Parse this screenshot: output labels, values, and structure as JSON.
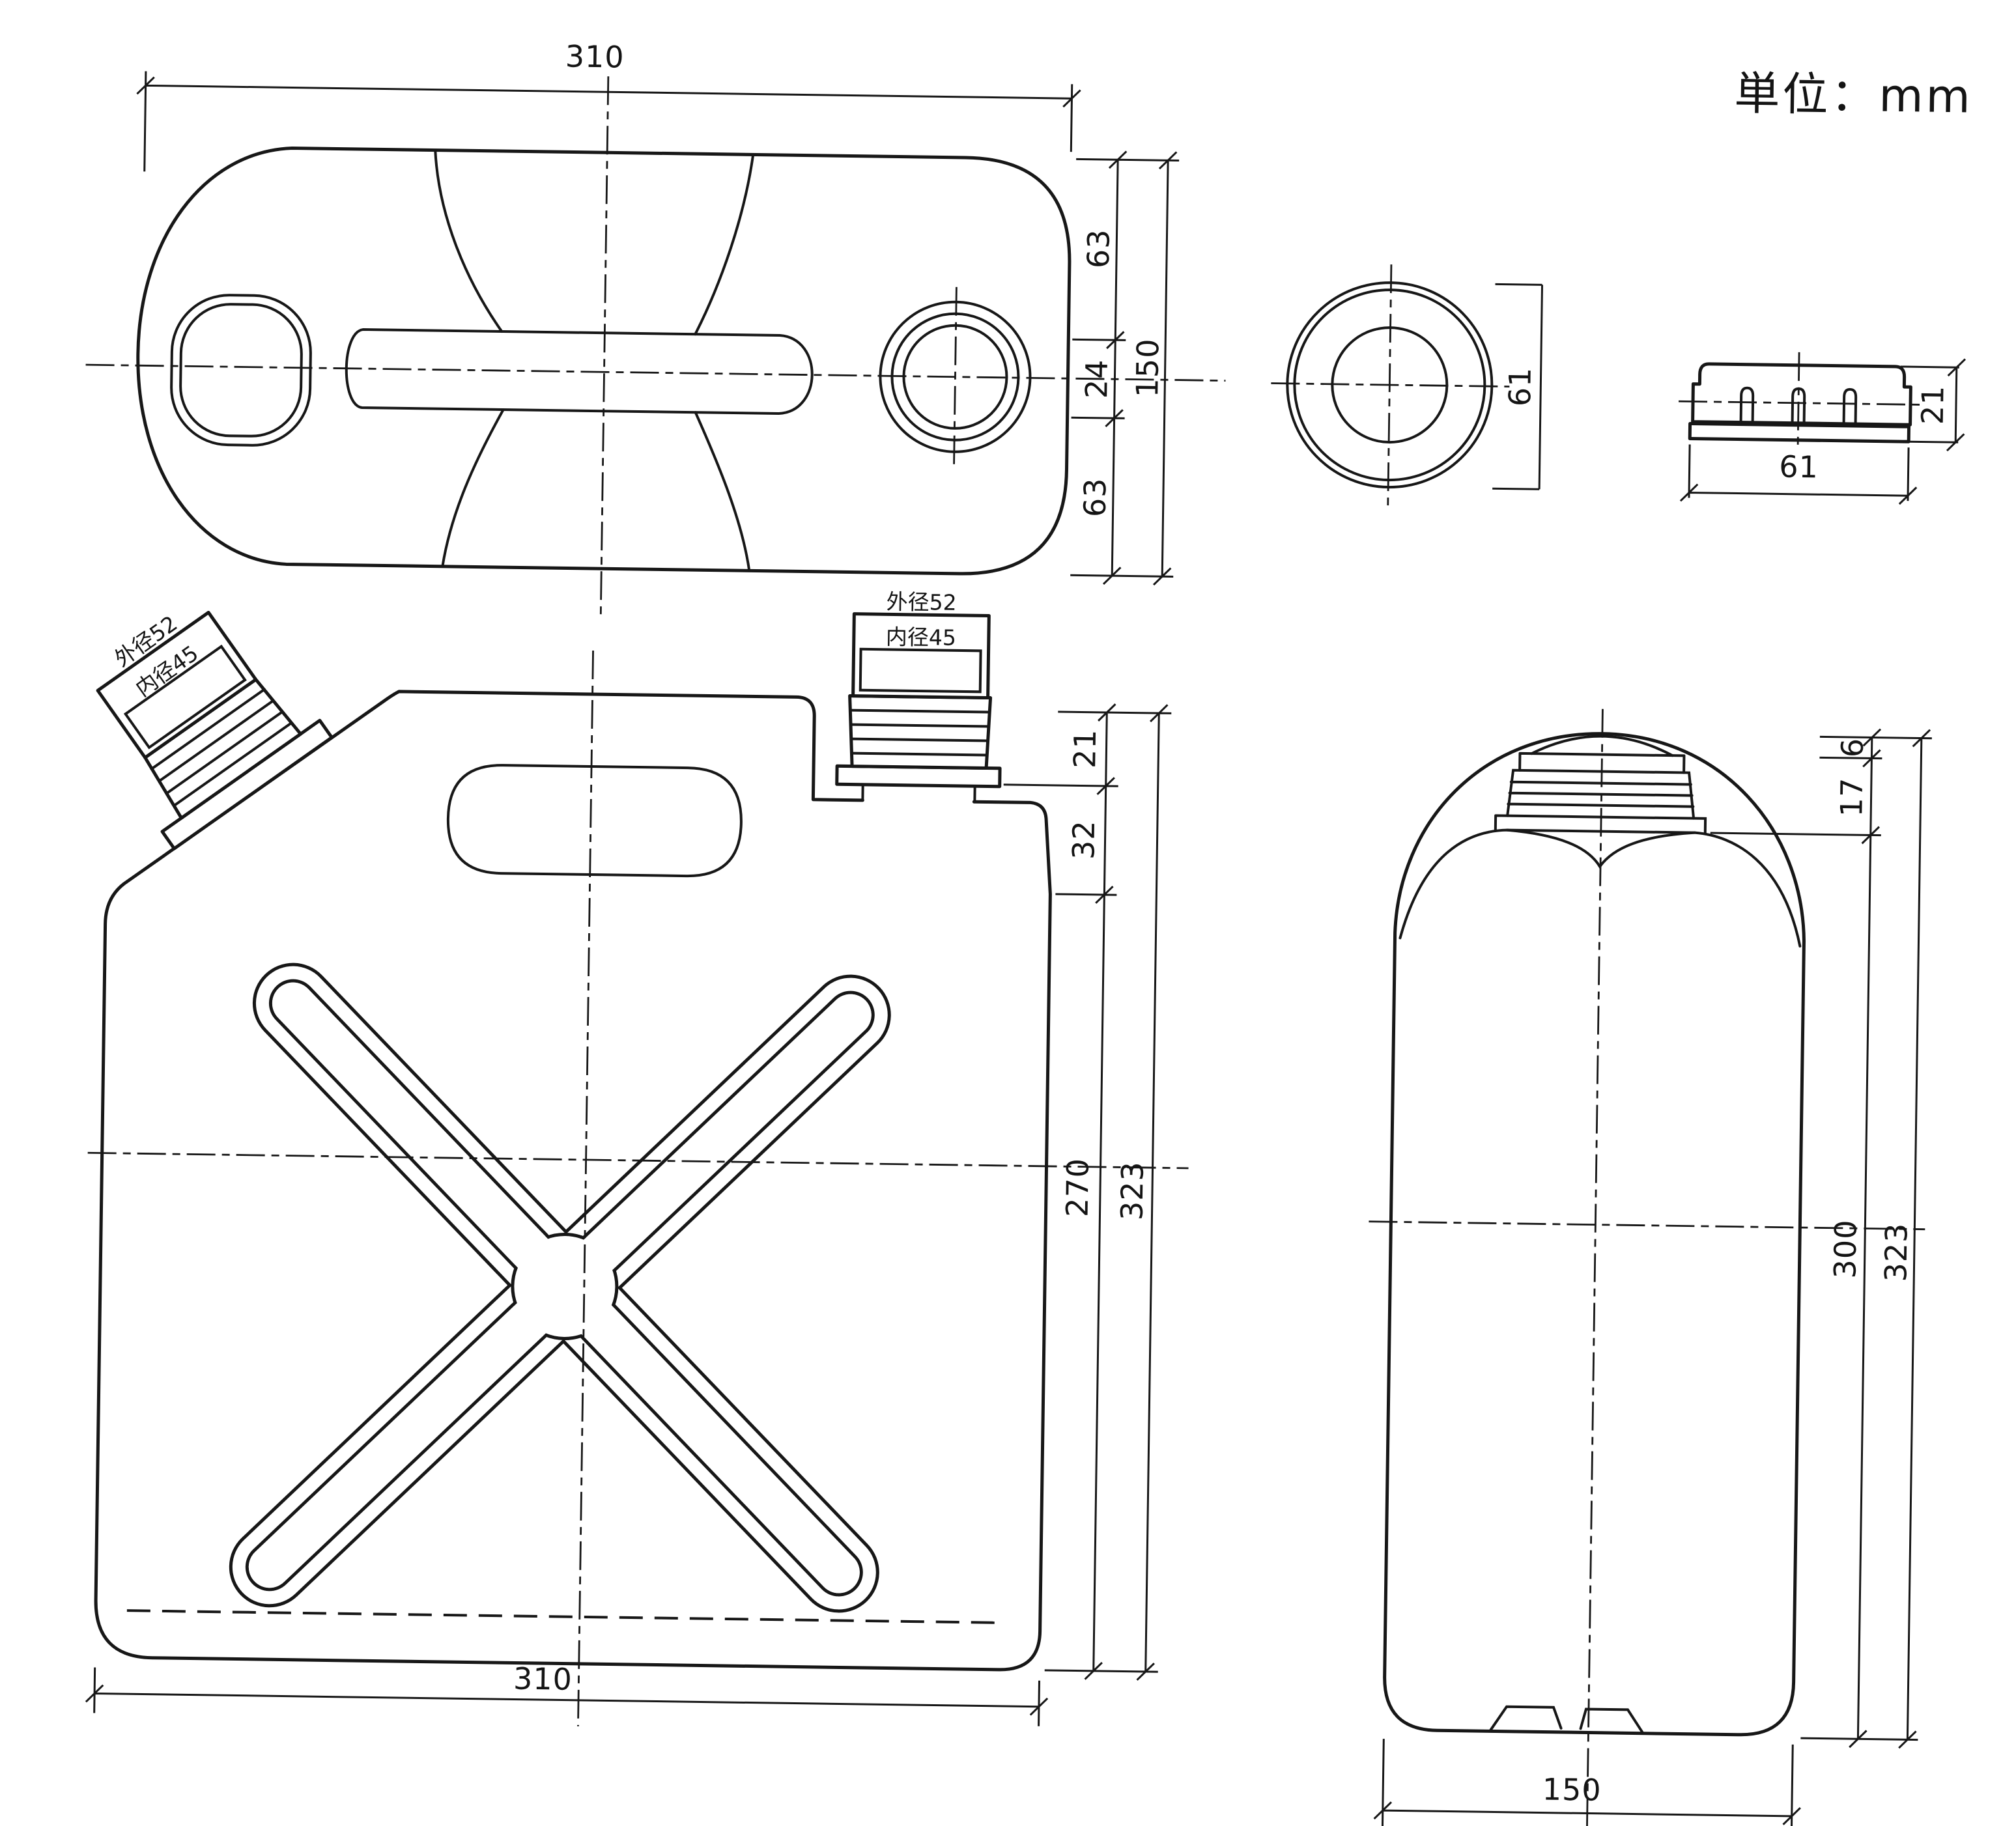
{
  "drawing": {
    "units_label": "単位：mm",
    "views": {
      "top": {
        "dim_width": "310",
        "dim_front_depth": "63",
        "dim_channel": "24",
        "dim_rear_depth": "63",
        "dim_depth_total": "150"
      },
      "cap_top": {
        "dim_diameter": "61"
      },
      "cap_side": {
        "dim_height": "21",
        "dim_width": "61"
      },
      "front": {
        "spout_left": {
          "outer_dia": "外径52",
          "inner_dia": "内径45"
        },
        "spout_right": {
          "outer_dia": "外径52",
          "inner_dia": "内径45"
        },
        "dim_neck": "21",
        "dim_shoulder": "32",
        "dim_body": "270",
        "dim_height_total": "323",
        "dim_width": "310"
      },
      "side": {
        "dim_crown": "6",
        "dim_shoulder": "17",
        "dim_body": "300",
        "dim_height_total": "323",
        "dim_width": "150"
      }
    }
  }
}
